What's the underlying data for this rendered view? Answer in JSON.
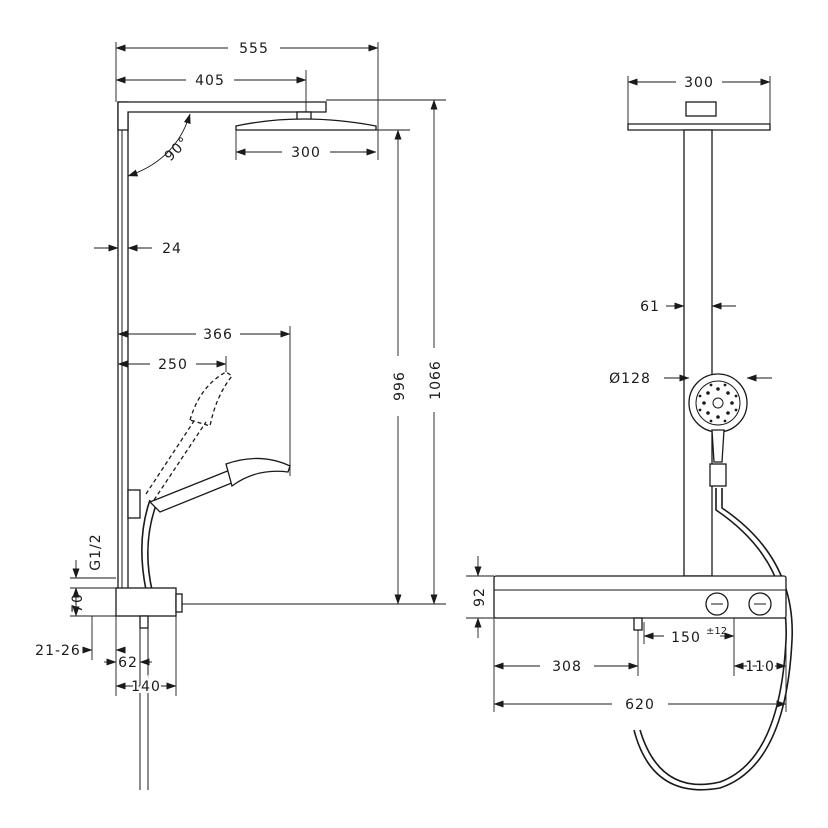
{
  "dimensions": {
    "width_total": "555",
    "arm_length": "405",
    "overhead_width_side": "300",
    "angle": "90°",
    "pipe_depth": "24",
    "handshower_reach": "366",
    "handshower_offset": "250",
    "height_996": "996",
    "height_1066": "1066",
    "connection": "G1/2",
    "box_height_side": "70",
    "wall_offset": "21-26",
    "outlet_offset": "62",
    "box_depth": "140",
    "overhead_width_front": "300",
    "pipe_diameter": "61",
    "handshower_diameter": "Ø128",
    "box_height_front": "92",
    "spacing": "150",
    "spacing_tolerance": "±12",
    "center_offset": "308",
    "outlet_right": "110",
    "shelf_width": "620"
  }
}
